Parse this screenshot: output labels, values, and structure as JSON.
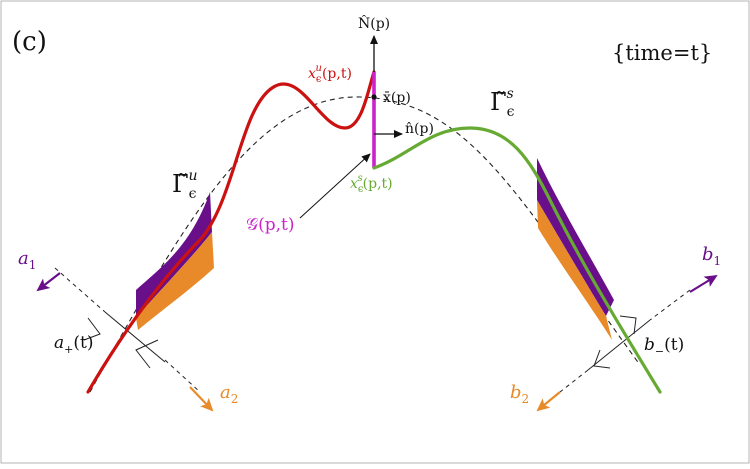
{
  "panel_label": "(c)",
  "time_label": "{time=t}",
  "labels": {
    "N_hat": "N̂(p)",
    "x_u": "x",
    "x_u_sub": "ϵ",
    "x_u_sup": "u",
    "x_u_arg": "(p,t)",
    "x_bar": "x̄(p)",
    "n_hat": "n̂(p)",
    "x_s": "x",
    "x_s_sub": "ϵ",
    "x_s_sup": "s",
    "x_s_arg": "(p,t)",
    "gamma_u": "Γ̃",
    "gamma_u_sub": "ϵ",
    "gamma_u_sup": "u",
    "gamma_s": "Γ̃",
    "gamma_s_sub": "ϵ",
    "gamma_s_sup": "s",
    "G": "𝒢(p,t)",
    "a1": "a",
    "a1_sub": "1",
    "a2": "a",
    "a2_sub": "2",
    "b1": "b",
    "b1_sub": "1",
    "b2": "b",
    "b2_sub": "2",
    "a_plus": "a",
    "a_plus_sub": "+",
    "a_plus_arg": "(t)",
    "b_minus": "b",
    "b_minus_sub": "−",
    "b_minus_arg": "(t)"
  },
  "colors": {
    "unstable": "#cc1111",
    "stable": "#66aa33",
    "gap": "#cc22cc",
    "purple": "#6a0f8a",
    "orange": "#e88a2a",
    "dashed": "#222222"
  }
}
